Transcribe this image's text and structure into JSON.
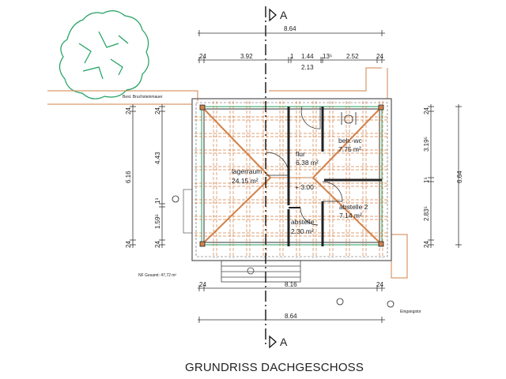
{
  "title": "GRUNDRISS DACHGESCHOSS",
  "section_marker": "A",
  "top_dims": {
    "overall": "8.64",
    "d1": "24",
    "d2": "3.92",
    "d3": "1.44",
    "d4": "2.13",
    "d5": "2.52",
    "d6": "24",
    "d7": "1",
    "d8": "13⁵"
  },
  "bottom_dims": {
    "inner": "8.16",
    "overall": "8.64",
    "d1": "24",
    "d2": "24"
  },
  "left_dims": {
    "a1": "24",
    "a2": "6.16",
    "a3": "24",
    "b1": "24",
    "b2": "4.43",
    "b3": "1³",
    "b4": "1.59⁵",
    "b5": "24"
  },
  "right_dims": {
    "a1": "24",
    "a2": "3.19⁵",
    "a3": "1⁵",
    "a4": "2.83⁵",
    "a5": "24",
    "overall": "6.64"
  },
  "rooms": [
    {
      "name": "lagerraum",
      "area": "24.15 m²"
    },
    {
      "name": "flur",
      "area": "6.38 m²"
    },
    {
      "name": "beh.-wc",
      "area": "7.75 m²"
    },
    {
      "name": "abstelle 2",
      "area": "7.14 m²"
    },
    {
      "name": "abstelle",
      "area": "2.30 m²"
    }
  ],
  "level": "+ 3.00",
  "labels": {
    "wall": "Best. Bruchsteinmauer",
    "total": "NF Gesamt: 47,72 m²",
    "gate": "Eingangstor"
  },
  "colors": {
    "timber": "#d2824a",
    "green": "#1fa060",
    "line": "#222222"
  }
}
